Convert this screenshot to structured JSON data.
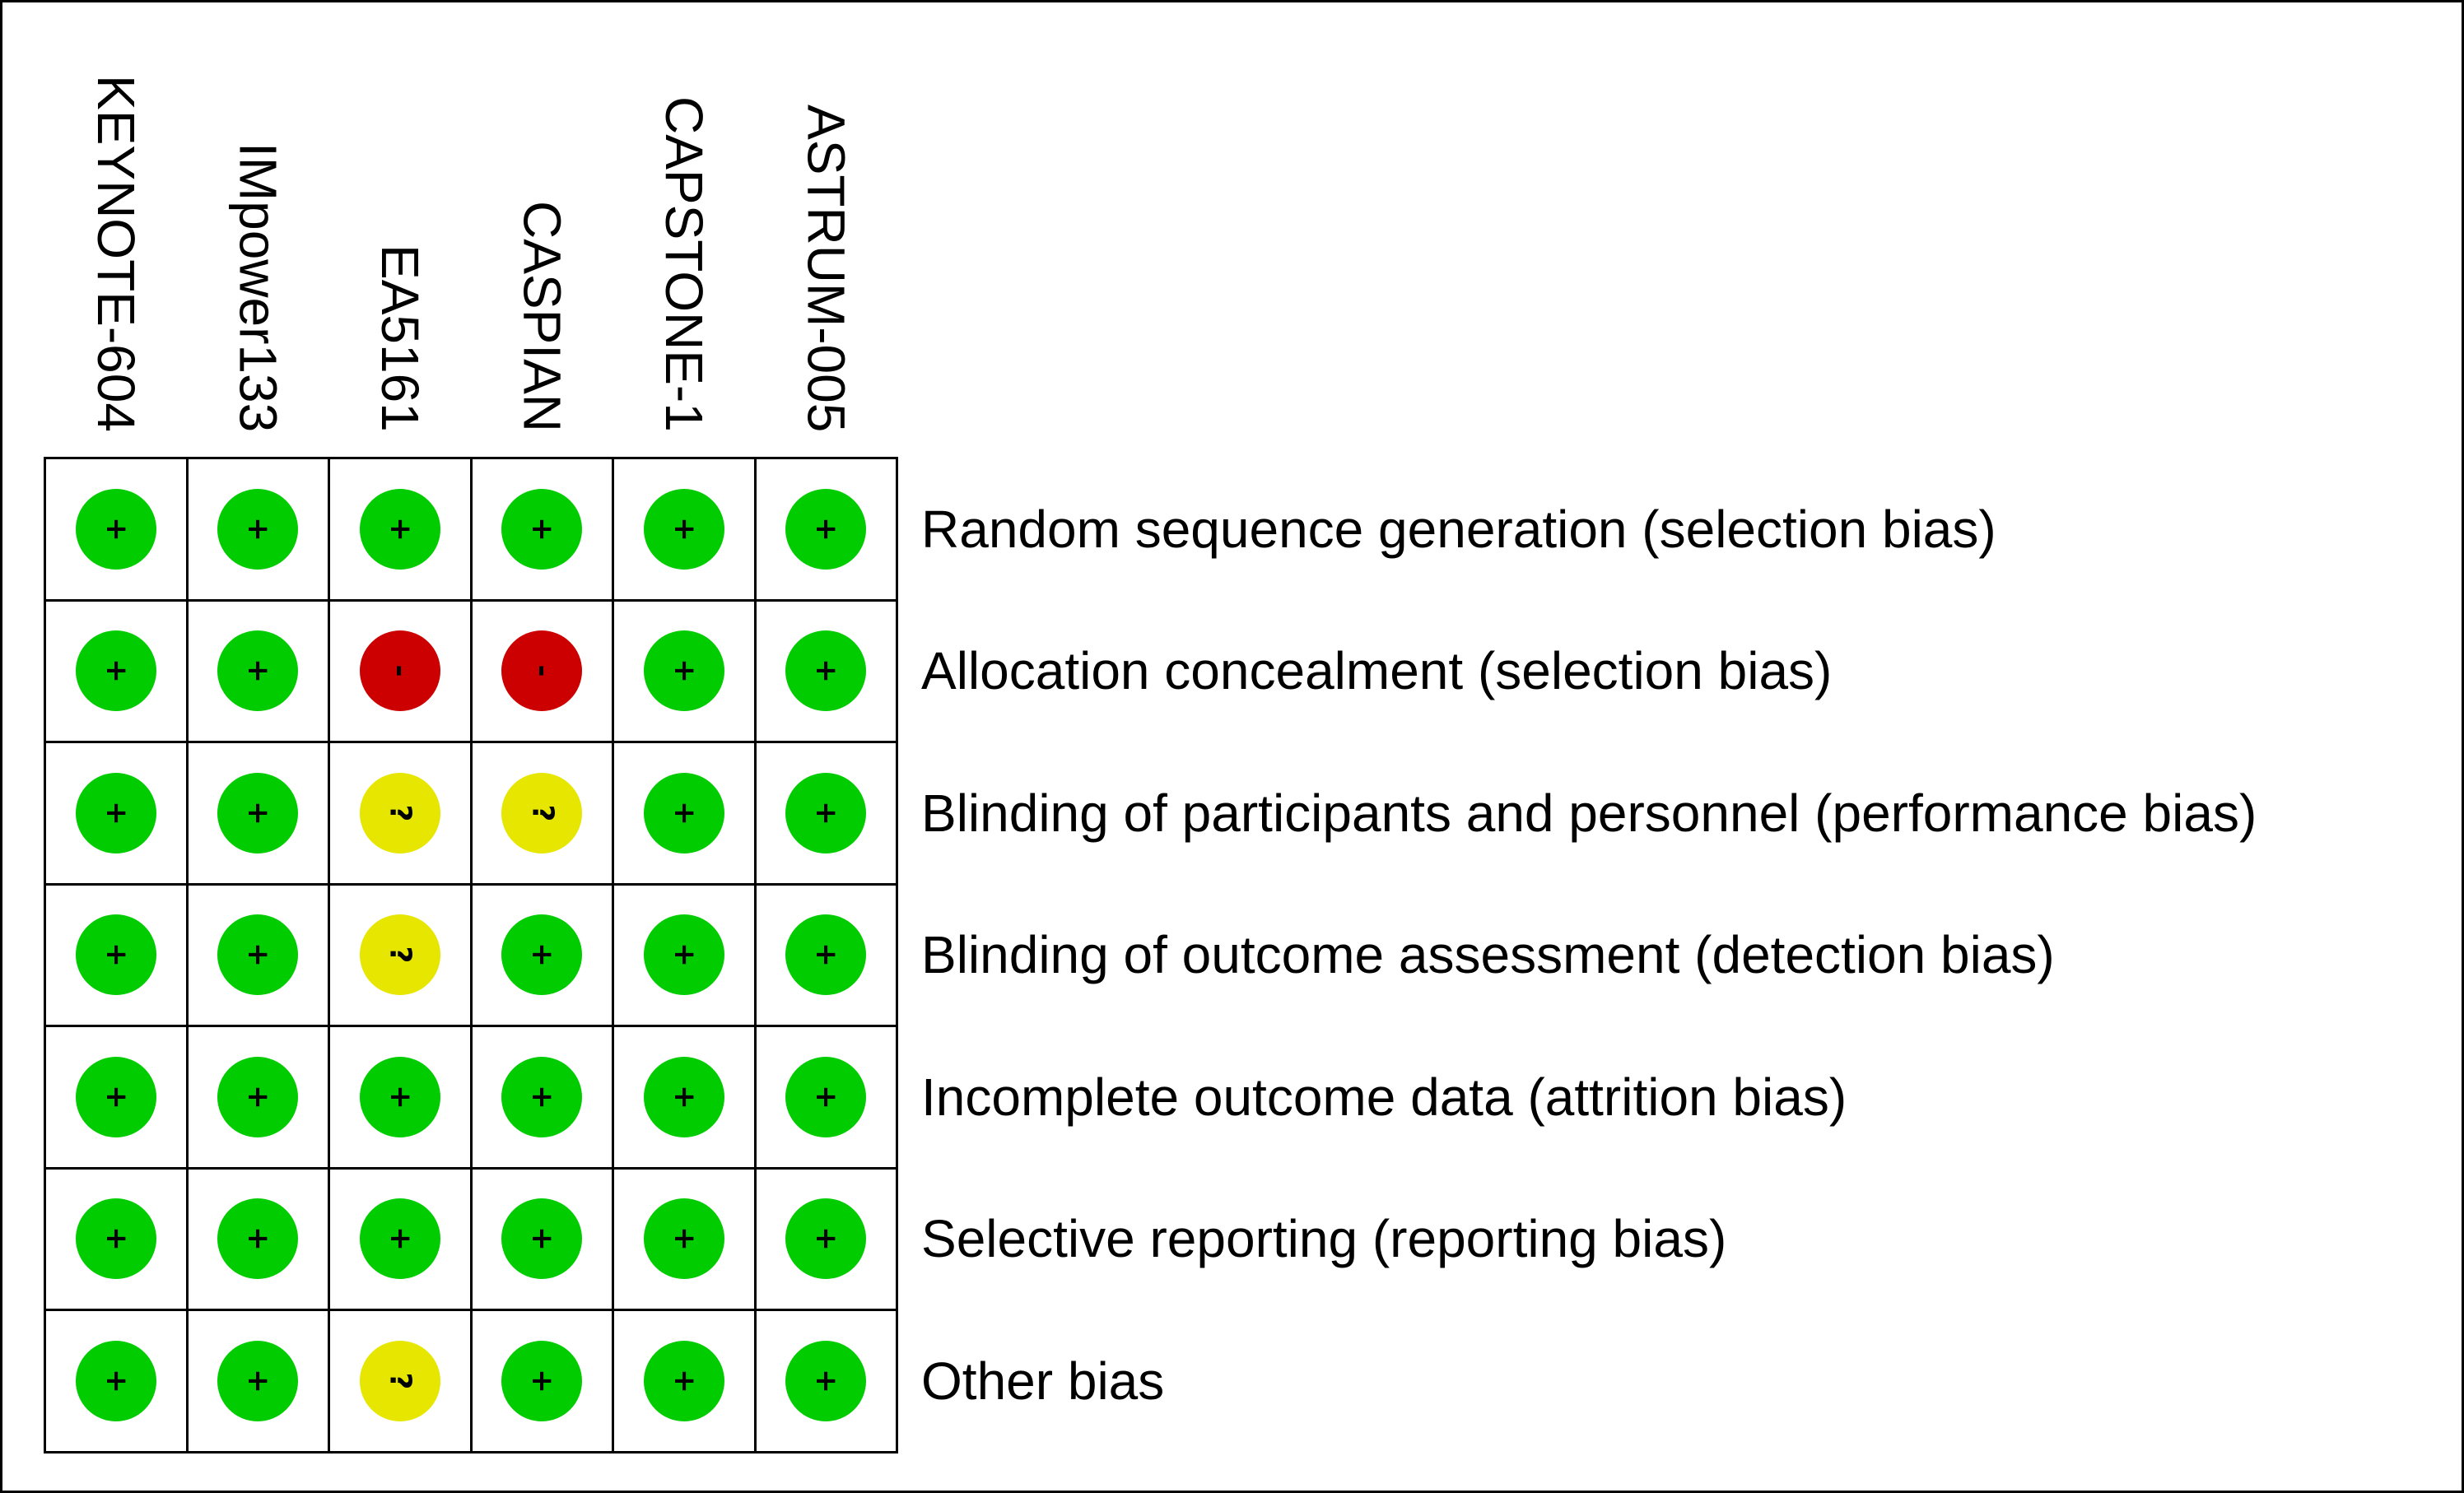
{
  "chart_data": {
    "type": "table",
    "studies": [
      "KEYNOTE-604",
      "IMpower133",
      "EA5161",
      "CASPIAN",
      "CAPSTONE-1",
      "ASTRUM-005"
    ],
    "domains": [
      "Random sequence generation (selection bias)",
      "Allocation concealment (selection bias)",
      "Blinding of participants and personnel (performance bias)",
      "Blinding of outcome assessment (detection bias)",
      "Incomplete outcome data (attrition bias)",
      "Selective reporting (reporting bias)",
      "Other bias"
    ],
    "judgements": [
      [
        "+",
        "+",
        "+",
        "+",
        "+",
        "+"
      ],
      [
        "+",
        "+",
        "-",
        "-",
        "+",
        "+"
      ],
      [
        "+",
        "+",
        "?",
        "?",
        "+",
        "+"
      ],
      [
        "+",
        "+",
        "?",
        "+",
        "+",
        "+"
      ],
      [
        "+",
        "+",
        "+",
        "+",
        "+",
        "+"
      ],
      [
        "+",
        "+",
        "+",
        "+",
        "+",
        "+"
      ],
      [
        "+",
        "+",
        "?",
        "+",
        "+",
        "+"
      ]
    ],
    "colors": {
      "+": "#00cc00",
      "-": "#cc0000",
      "?": "#e6e600"
    }
  }
}
